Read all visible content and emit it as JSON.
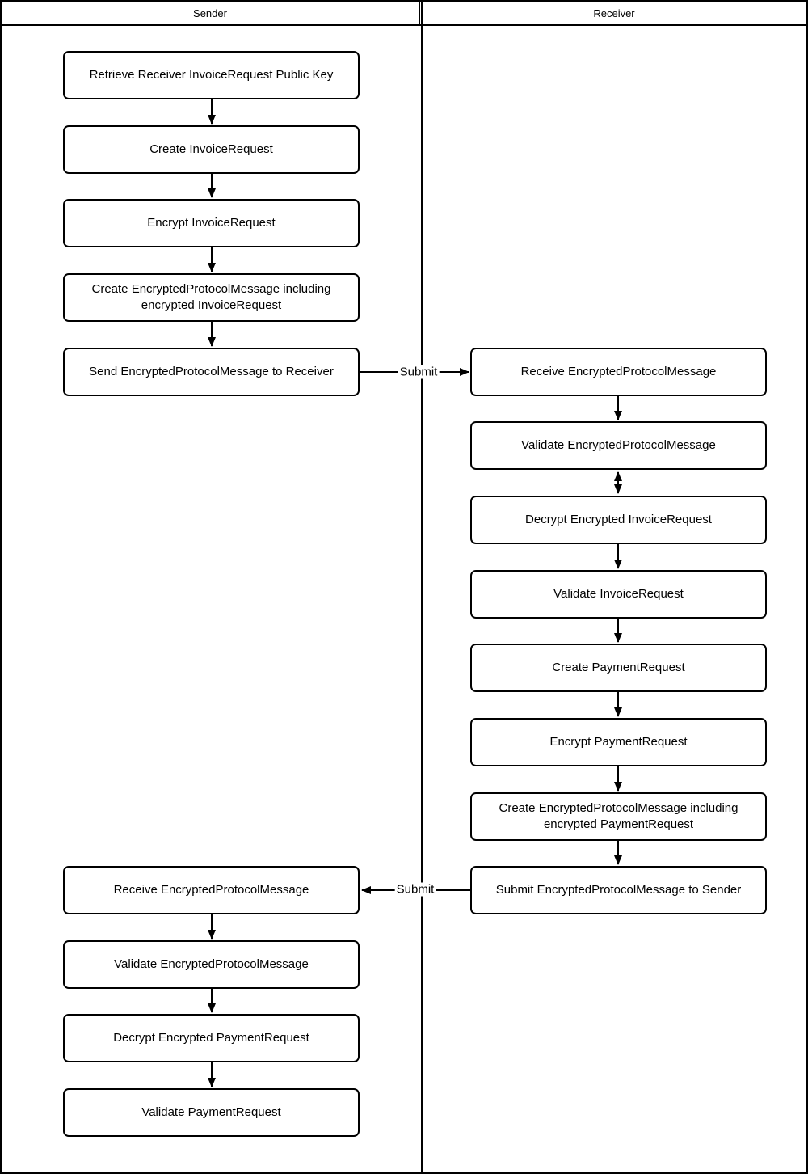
{
  "lanes": {
    "sender": "Sender",
    "receiver": "Receiver"
  },
  "sender_top": [
    "Retrieve Receiver InvoiceRequest Public Key",
    "Create InvoiceRequest",
    "Encrypt InvoiceRequest",
    "Create EncryptedProtocolMessage including encrypted InvoiceRequest",
    "Send EncryptedProtocolMessage to Receiver"
  ],
  "receiver_steps": [
    "Receive EncryptedProtocolMessage",
    "Validate EncryptedProtocolMessage",
    "Decrypt Encrypted InvoiceRequest",
    "Validate InvoiceRequest",
    "Create PaymentRequest",
    "Encrypt PaymentRequest",
    "Create EncryptedProtocolMessage including encrypted PaymentRequest",
    "Submit EncryptedProtocolMessage to Sender"
  ],
  "sender_bottom": [
    "Receive EncryptedProtocolMessage",
    "Validate EncryptedProtocolMessage",
    "Decrypt Encrypted PaymentRequest",
    "Validate PaymentRequest"
  ],
  "edge_labels": {
    "sender_to_receiver": "Submit",
    "receiver_to_sender": "Submit"
  },
  "colors": {
    "stroke": "#000000",
    "background": "#ffffff",
    "text": "#000000"
  }
}
